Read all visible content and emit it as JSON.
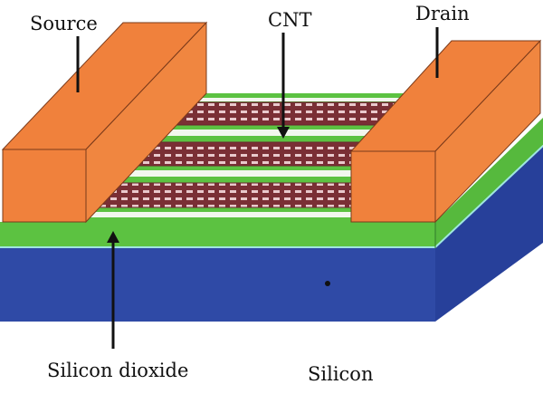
{
  "labels": {
    "source": "Source",
    "cnt": "CNT",
    "drain": "Drain",
    "silicon_dioxide": "Silicon dioxide",
    "silicon": "Silicon"
  },
  "colors": {
    "electrode": "#f0813c",
    "oxide": "#5cc241",
    "silicon": "#2f4aa6",
    "cnt": "#7a2f35",
    "stripe": "#f2f7ee"
  }
}
